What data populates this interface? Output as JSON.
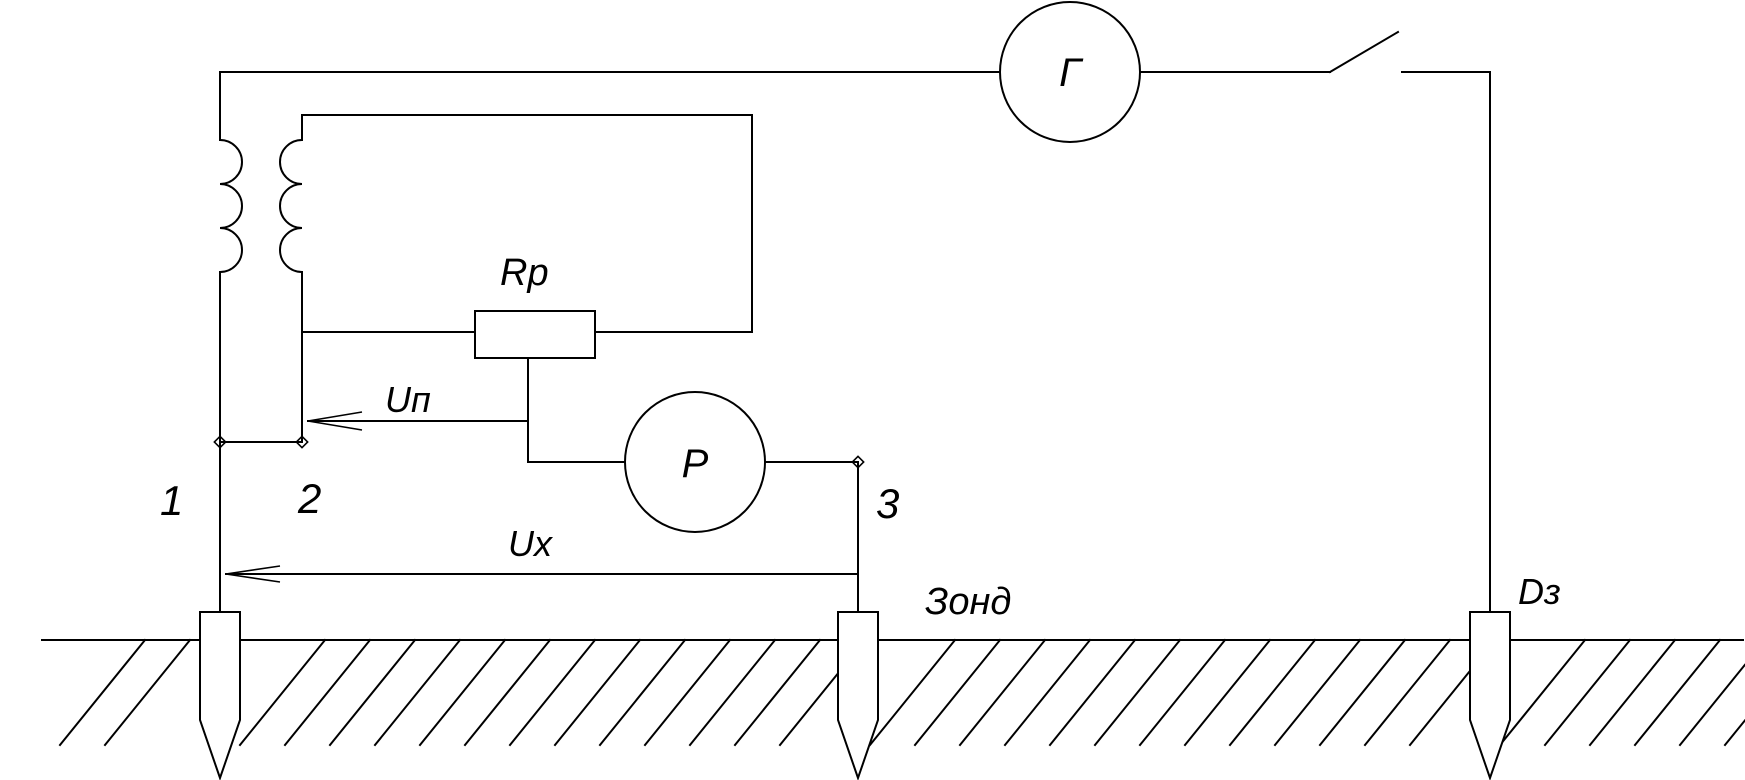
{
  "diagram": {
    "generator_label": "Г",
    "meter_label": "Р",
    "resistor_label": "Rр",
    "compensation_voltage_label": "Uп",
    "measured_voltage_label": "Ux",
    "probe_label": "Зонд",
    "aux_electrode_label": "Dз",
    "terminal_labels": [
      "1",
      "2",
      "3"
    ]
  }
}
